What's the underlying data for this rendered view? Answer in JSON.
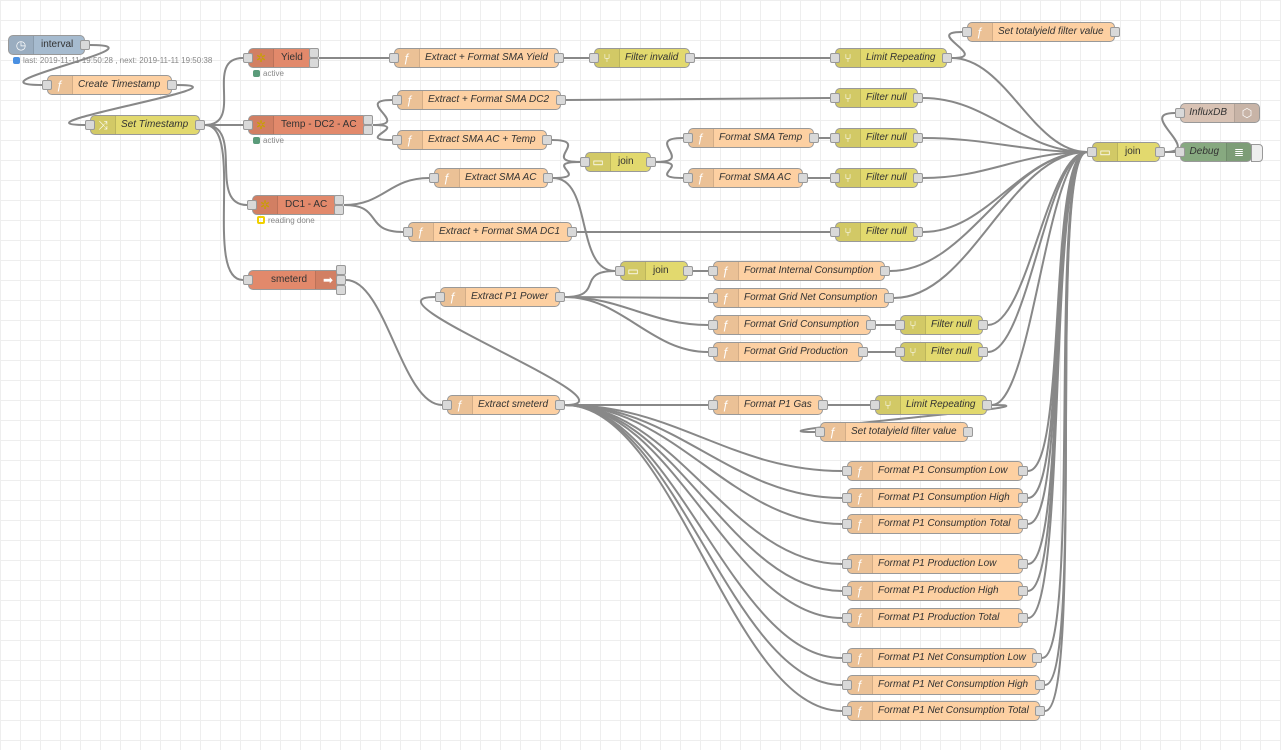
{
  "colors": {
    "function": "#fdd0a2",
    "switch": "#e2d96e",
    "change": "#e2d96e",
    "join": "#e2d96e",
    "inject": "#a6bbcf",
    "modbus": "#e2896b",
    "exec": "#e2896b",
    "influx": "#d8c2b4",
    "debug": "#87a980",
    "status_green": "#5a9b7a",
    "status_blue": "#4a90e2",
    "status_yellow": "#f0d000"
  },
  "nodes": [
    {
      "label": "interval",
      "type": "inject",
      "icon": "timer-icon",
      "status": "last: 2019-11-11 19:50:28 , next: 2019-11-11 19:50:38",
      "status_color": "status_blue"
    },
    {
      "label": "Create Timestamp",
      "type": "function",
      "icon": "function-icon"
    },
    {
      "label": "Set Timestamp",
      "type": "change",
      "icon": "shuffle-icon"
    },
    {
      "label": "Yield",
      "type": "modbus",
      "icon": "modbus-icon",
      "status": "active",
      "status_color": "status_green"
    },
    {
      "label": "Temp - DC2 - AC",
      "type": "modbus",
      "icon": "modbus-icon",
      "status": "active",
      "status_color": "status_green"
    },
    {
      "label": "DC1 - AC",
      "type": "modbus",
      "icon": "modbus-icon",
      "status": "reading done",
      "status_color": "status_yellow",
      "status_ring": true
    },
    {
      "label": "smeterd",
      "type": "exec",
      "icon": "arrow-right-icon"
    },
    {
      "label": "Extract + Format SMA Yield",
      "type": "function",
      "icon": "function-icon"
    },
    {
      "label": "Filter invalid",
      "type": "switch",
      "icon": "switch-icon"
    },
    {
      "label": "Limit Repeating",
      "type": "switch",
      "icon": "switch-icon"
    },
    {
      "label": "Set totalyield filter value",
      "type": "function",
      "icon": "function-icon"
    },
    {
      "label": "Extract + Format SMA DC2",
      "type": "function",
      "icon": "function-icon"
    },
    {
      "label": "Extract SMA AC + Temp",
      "type": "function",
      "icon": "function-icon"
    },
    {
      "label": "join",
      "type": "join",
      "icon": "join-icon"
    },
    {
      "label": "Format SMA Temp",
      "type": "function",
      "icon": "function-icon"
    },
    {
      "label": "Format SMA AC",
      "type": "function",
      "icon": "function-icon"
    },
    {
      "label": "Filter null",
      "type": "switch",
      "icon": "switch-icon"
    },
    {
      "label": "Filter null",
      "type": "switch",
      "icon": "switch-icon"
    },
    {
      "label": "Filter null",
      "type": "switch",
      "icon": "switch-icon"
    },
    {
      "label": "Extract SMA AC",
      "type": "function",
      "icon": "function-icon"
    },
    {
      "label": "Extract + Format SMA DC1",
      "type": "function",
      "icon": "function-icon"
    },
    {
      "label": "Filter null",
      "type": "switch",
      "icon": "switch-icon"
    },
    {
      "label": "join",
      "type": "join",
      "icon": "join-icon"
    },
    {
      "label": "Format Internal Consumption",
      "type": "function",
      "icon": "function-icon"
    },
    {
      "label": "Extract P1 Power",
      "type": "function",
      "icon": "function-icon"
    },
    {
      "label": "Format Grid Net Consumption",
      "type": "function",
      "icon": "function-icon"
    },
    {
      "label": "Format Grid Consumption",
      "type": "function",
      "icon": "function-icon"
    },
    {
      "label": "Format Grid Production",
      "type": "function",
      "icon": "function-icon"
    },
    {
      "label": "Filter null",
      "type": "switch",
      "icon": "switch-icon"
    },
    {
      "label": "Filter null",
      "type": "switch",
      "icon": "switch-icon"
    },
    {
      "label": "Extract smeterd",
      "type": "function",
      "icon": "function-icon"
    },
    {
      "label": "Format P1 Gas",
      "type": "function",
      "icon": "function-icon"
    },
    {
      "label": "Limit Repeating",
      "type": "switch",
      "icon": "switch-icon"
    },
    {
      "label": "Set totalyield filter value",
      "type": "function",
      "icon": "function-icon"
    },
    {
      "label": "join",
      "type": "join",
      "icon": "join-icon"
    },
    {
      "label": "InfluxDB",
      "type": "influx",
      "icon": "influxdb-icon"
    },
    {
      "label": "Debug",
      "type": "debug",
      "icon": "debug-icon"
    },
    {
      "label": "Format P1 Consumption Low",
      "type": "function",
      "icon": "function-icon"
    },
    {
      "label": "Format P1 Consumption High",
      "type": "function",
      "icon": "function-icon"
    },
    {
      "label": "Format P1 Consumption Total",
      "type": "function",
      "icon": "function-icon"
    },
    {
      "label": "Format P1 Production Low",
      "type": "function",
      "icon": "function-icon"
    },
    {
      "label": "Format P1 Production High",
      "type": "function",
      "icon": "function-icon"
    },
    {
      "label": "Format P1 Production Total",
      "type": "function",
      "icon": "function-icon"
    },
    {
      "label": "Format P1 Net Consumption Low",
      "type": "function",
      "icon": "function-icon"
    },
    {
      "label": "Format P1 Net Consumption High",
      "type": "function",
      "icon": "function-icon"
    },
    {
      "label": "Format P1 Net Consumption Total",
      "type": "function",
      "icon": "function-icon"
    }
  ]
}
